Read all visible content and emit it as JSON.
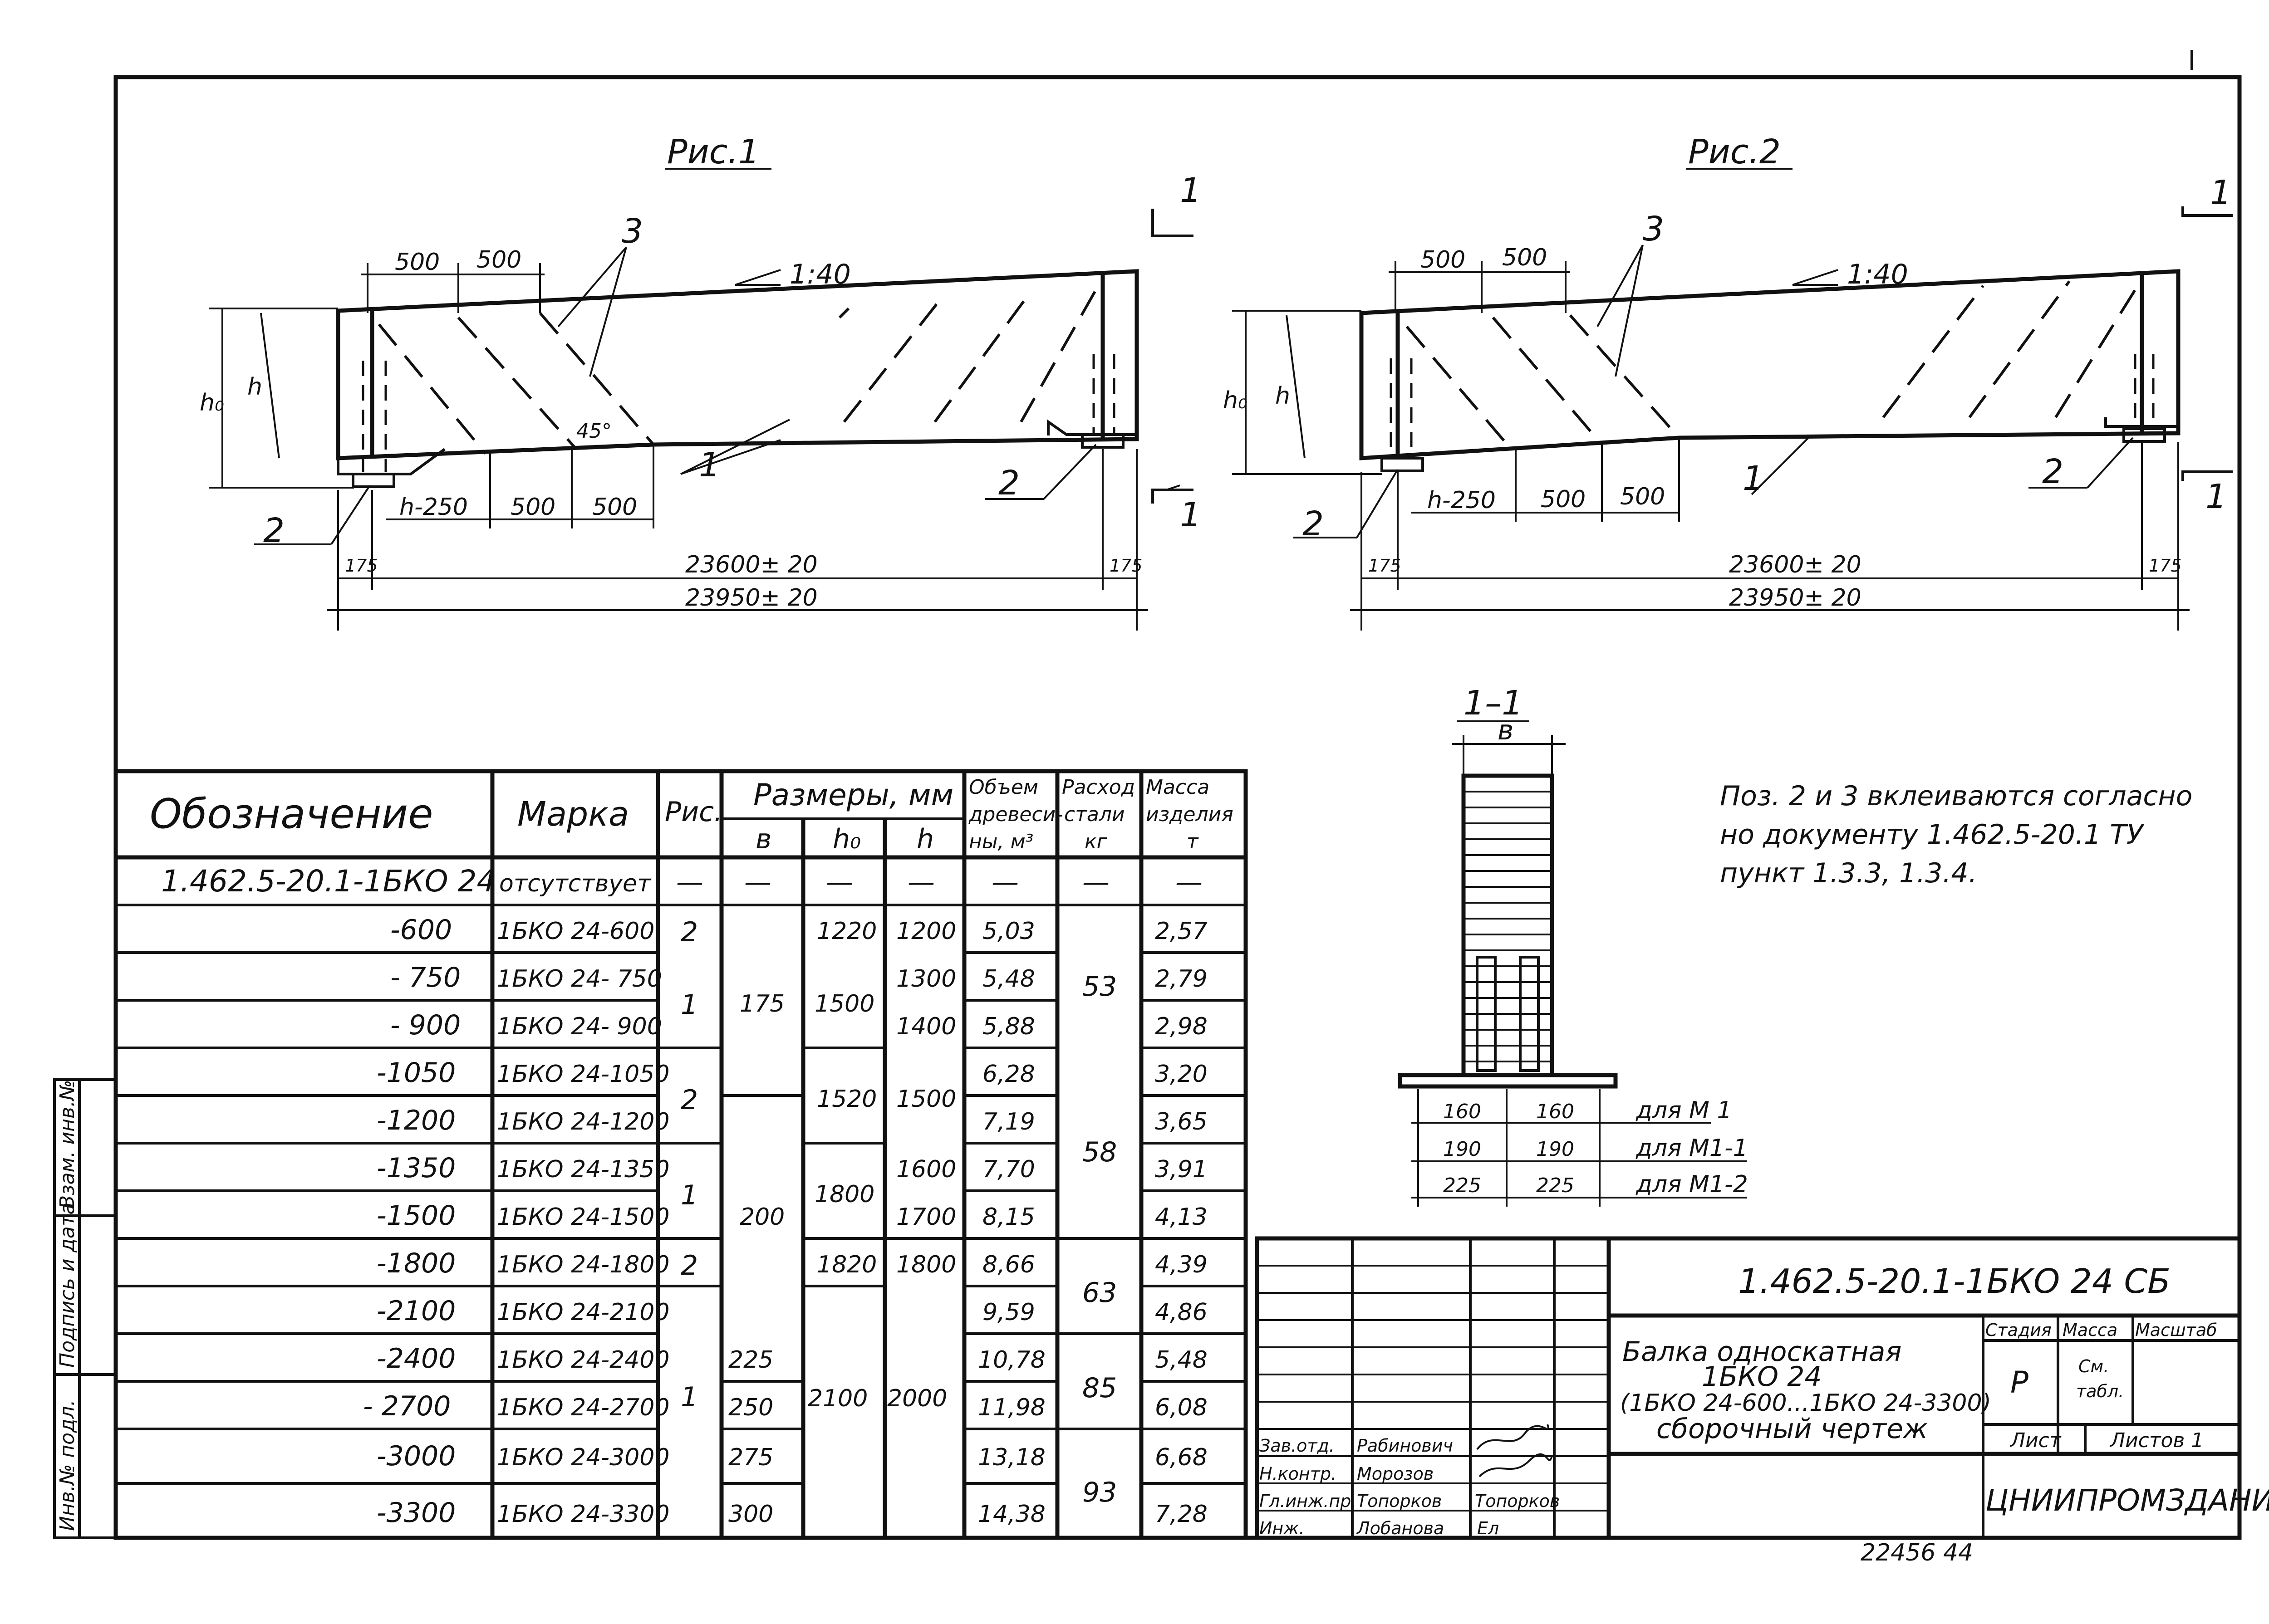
{
  "page_ref": "1.462.5-20.1-1БКО 24 СБ",
  "figures": {
    "fig1": {
      "title": "Рис.1",
      "slope": "1:40",
      "top_dims": [
        "500",
        "500"
      ],
      "bottom_dims": [
        "h-250",
        "500",
        "500"
      ],
      "support_left": "175",
      "support_right": "175",
      "span": "23600± 20",
      "overall": "23950± 20",
      "angle": "45°",
      "h0_label": "h₀",
      "h_label": "h",
      "pos1": "1",
      "pos2_left": "2",
      "pos2_right": "2",
      "pos3": "3",
      "section_mark_top": "1",
      "section_mark_bottom": "1"
    },
    "fig2": {
      "title": "Рис.2",
      "slope": "1:40",
      "top_dims": [
        "500",
        "500"
      ],
      "bottom_dims": [
        "h-250",
        "500",
        "500"
      ],
      "support_left": "175",
      "support_right": "175",
      "span": "23600± 20",
      "overall": "23950± 20",
      "h0_label": "h₀",
      "h_label": "h",
      "pos1": "1",
      "pos2_left": "2",
      "pos2_right": "2",
      "pos3": "3",
      "section_mark_top": "1",
      "section_mark_bottom": "1"
    }
  },
  "section": {
    "title": "1–1",
    "width_label": "в",
    "rows": [
      {
        "a": "160",
        "b": "160",
        "label": "для М 1"
      },
      {
        "a": "190",
        "b": "190",
        "label": "для М1-1"
      },
      {
        "a": "225",
        "b": "225",
        "label": "для М1-2"
      }
    ]
  },
  "note": [
    "Поз. 2 и 3 вклеиваются согласно",
    "но документу 1.462.5-20.1 ТУ",
    "пункт 1.3.3, 1.3.4."
  ],
  "table": {
    "headers": {
      "designation": "Обозначение",
      "mark": "Марка",
      "fig": "Рис.",
      "dims": "Размеры, мм",
      "b": "в",
      "h0": "h₀",
      "h": "h",
      "volume": [
        "Объем",
        "древеси-",
        "ны, м³"
      ],
      "steel": [
        "Расход",
        "стали",
        "кг"
      ],
      "mass": [
        "Масса",
        "изделия",
        "т"
      ]
    },
    "rows": [
      {
        "designation": "1.462.5-20.1-1БКО 24",
        "mark": "отсутствует",
        "fig": "—",
        "b": "—",
        "h0": "—",
        "h": "—",
        "volume": "—",
        "steel": "—",
        "mass": "—"
      },
      {
        "designation": "-600",
        "mark": "1БКО 24-600",
        "volume": "5,03",
        "mass": "2,57"
      },
      {
        "designation": "- 750",
        "mark": "1БКО 24- 750",
        "volume": "5,48",
        "mass": "2,79"
      },
      {
        "designation": "- 900",
        "mark": "1БКО 24- 900",
        "volume": "5,88",
        "mass": "2,98"
      },
      {
        "designation": "-1050",
        "mark": "1БКО 24-1050",
        "volume": "6,28",
        "mass": "3,20"
      },
      {
        "designation": "-1200",
        "mark": "1БКО 24-1200",
        "volume": "7,19",
        "mass": "3,65"
      },
      {
        "designation": "-1350",
        "mark": "1БКО 24-1350",
        "volume": "7,70",
        "mass": "3,91"
      },
      {
        "designation": "-1500",
        "mark": "1БКО 24-1500",
        "volume": "8,15",
        "mass": "4,13"
      },
      {
        "designation": "-1800",
        "mark": "1БКО 24-1800",
        "volume": "8,66",
        "mass": "4,39"
      },
      {
        "designation": "-2100",
        "mark": "1БКО 24-2100",
        "volume": "9,59",
        "mass": "4,86"
      },
      {
        "designation": "-2400",
        "mark": "1БКО 24-2400",
        "volume": "10,78",
        "mass": "5,48"
      },
      {
        "designation": "- 2700",
        "mark": "1БКО 24-2700",
        "volume": "11,98",
        "mass": "6,08"
      },
      {
        "designation": "-3000",
        "mark": "1БКО 24-3000",
        "volume": "13,18",
        "mass": "6,68"
      },
      {
        "designation": "-3300",
        "mark": "1БКО 24-3300",
        "volume": "14,38",
        "mass": "7,28"
      }
    ],
    "fig_groups": [
      "2",
      "1",
      "2",
      "1",
      "2",
      "1"
    ],
    "b_groups": [
      "175",
      "200",
      "225",
      "250",
      "275",
      "300"
    ],
    "h0_groups": [
      "1220",
      "1500",
      "1520",
      "1800",
      "1820",
      "2100"
    ],
    "h_groups": [
      "1200",
      "1300",
      "1400",
      "1500",
      "1600",
      "1700",
      "1800",
      "2000"
    ],
    "steel_groups": [
      "53",
      "58",
      "63",
      "85",
      "93"
    ]
  },
  "title_block": {
    "code": "1.462.5-20.1-1БКО 24 СБ",
    "name_lines": [
      "Балка односкатная",
      "1БКО 24",
      "(1БКО 24-600...1БКО 24-3300)",
      "сборочный чертеж"
    ],
    "stage_label": "Стадия",
    "mass_label": "Масса",
    "scale_label": "Масштаб",
    "stage_value": "Р",
    "mass_value": [
      "См.",
      "табл."
    ],
    "sheet_label": "Лист",
    "sheets_label": "Листов 1",
    "org": "ЦНИИПРОМЗДАНИЙ",
    "staff": [
      {
        "role": "Зав.отд.",
        "name": "Рабинович"
      },
      {
        "role": "Н.контр.",
        "name": "Морозов"
      },
      {
        "role": "Гл.инж.пр.",
        "name": "Топорков"
      },
      {
        "role": "Инж.",
        "name": "Лобанова"
      }
    ],
    "signatures": [
      "Топорков",
      "Ел"
    ]
  },
  "side_stamp": [
    "Инв.№ подл.",
    "Подпись и дата",
    "Взам. инв.№"
  ],
  "footer_number": "22456 44"
}
